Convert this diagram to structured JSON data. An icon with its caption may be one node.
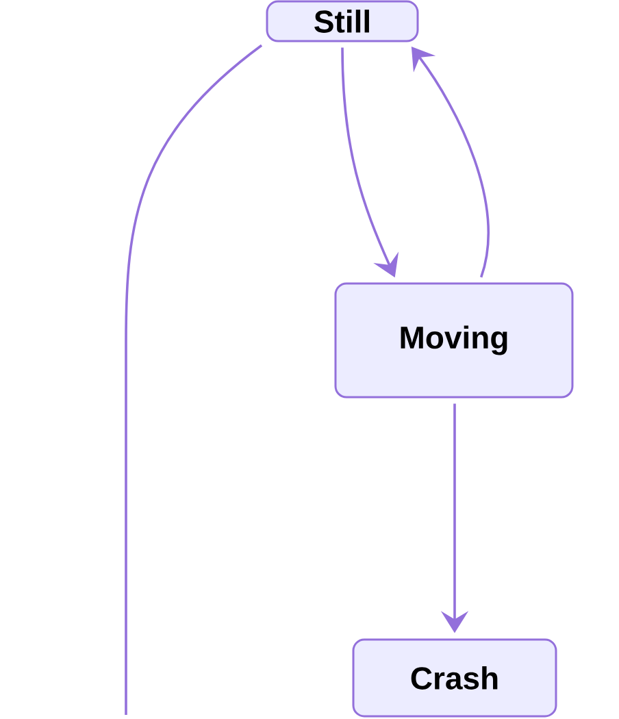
{
  "diagram": {
    "nodes": [
      {
        "text": [
          "Still"
        ]
      },
      {
        "text": [
          "Moving"
        ]
      },
      {
        "text": [
          "Crash"
        ]
      }
    ],
    "edges": [
      {
        "from": 0,
        "to": 1,
        "arrow": "to"
      },
      {
        "from": 1,
        "to": 0,
        "arrow": "to"
      },
      {
        "from": 1,
        "to": 2,
        "arrow": "to"
      },
      {
        "from": 0,
        "to": null,
        "arrow": "none"
      }
    ]
  }
}
